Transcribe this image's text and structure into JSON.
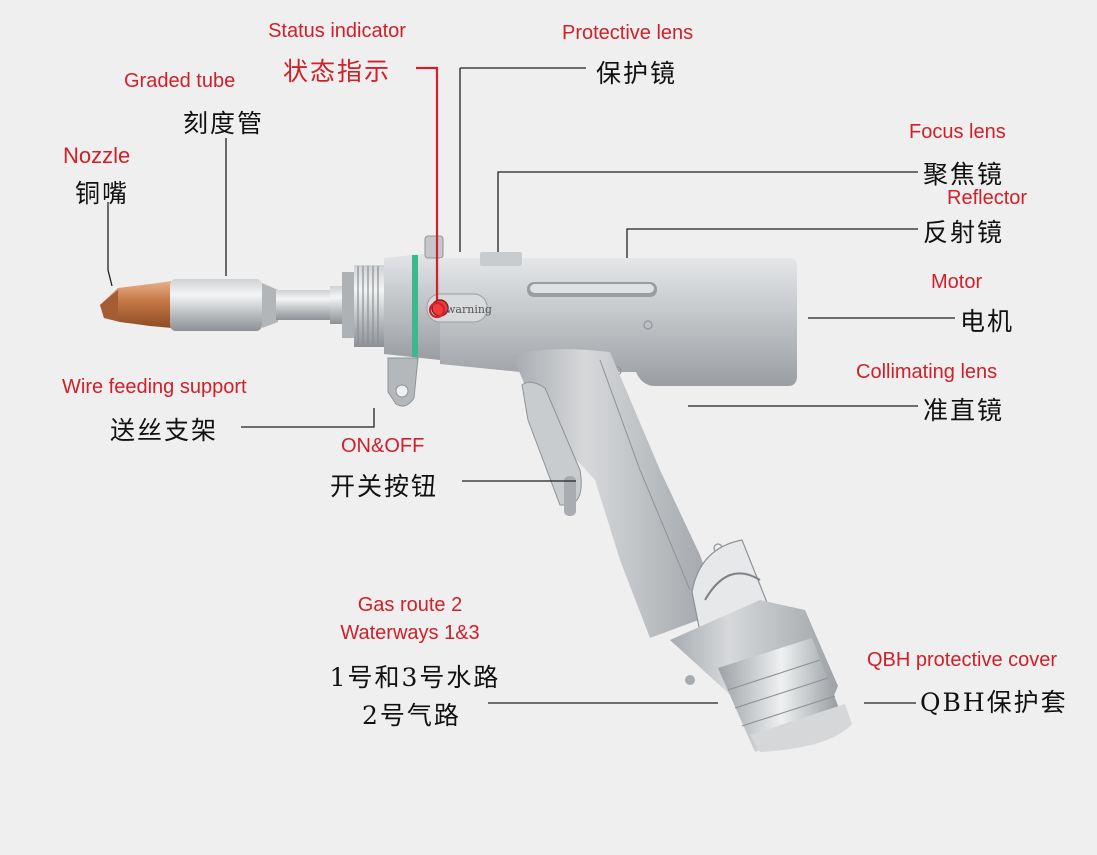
{
  "labels": {
    "status_indicator": {
      "en": "Status indicator",
      "zh": "状态指示"
    },
    "protective_lens": {
      "en": "Protective lens",
      "zh": "保护镜"
    },
    "graded_tube": {
      "en": "Graded tube",
      "zh": "刻度管"
    },
    "nozzle": {
      "en": "Nozzle",
      "zh": "铜嘴"
    },
    "focus_lens": {
      "en": "Focus lens",
      "zh": "聚焦镜"
    },
    "reflector": {
      "en": "Reflector",
      "zh": "反射镜"
    },
    "motor": {
      "en": "Motor",
      "zh": "电机"
    },
    "collimating_lens": {
      "en": "Collimating lens",
      "zh": "准直镜"
    },
    "wire_feeding": {
      "en": "Wire feeding support",
      "zh": "送丝支架"
    },
    "on_off": {
      "en": "ON&OFF",
      "zh": "开关按钮"
    },
    "gas_water": {
      "en1": "Gas route 2",
      "en2": "Waterways 1&3",
      "zh1": "1号和3号水路",
      "zh2": "2号气路"
    },
    "qbh": {
      "en": "QBH protective cover",
      "zh": "QBH保护套"
    }
  },
  "device": {
    "warning_text": "warning"
  },
  "colors": {
    "label_en": "#d0202a",
    "label_zh": "#111111",
    "background": "#efefef",
    "body_metal": "#b9bcc0",
    "nozzle_copper": "#c77a48",
    "ring_green": "#3cb98a"
  }
}
